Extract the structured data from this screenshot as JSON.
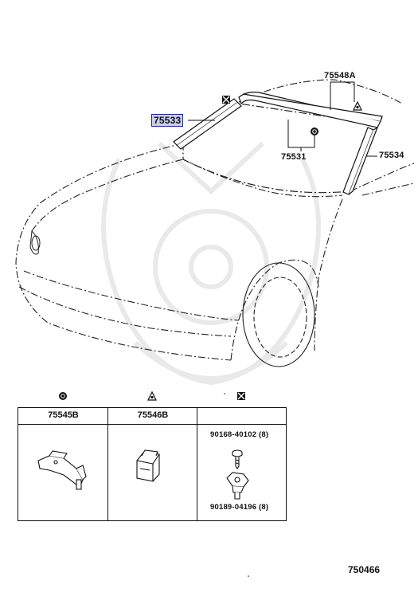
{
  "callouts": {
    "p75533": "75533",
    "p75548A": "75548A",
    "p75531": "75531",
    "p75534": "75534"
  },
  "symbols": {
    "square_x": "square-x-symbol",
    "circle": "circle-symbol",
    "triangle": "triangle-symbol"
  },
  "table": {
    "headers": [
      "75545B",
      "75546B",
      ""
    ],
    "fastener_top": "90168-40102 (8)",
    "fastener_bottom": "90189-04196 (8)"
  },
  "diagram_ref": "750466"
}
